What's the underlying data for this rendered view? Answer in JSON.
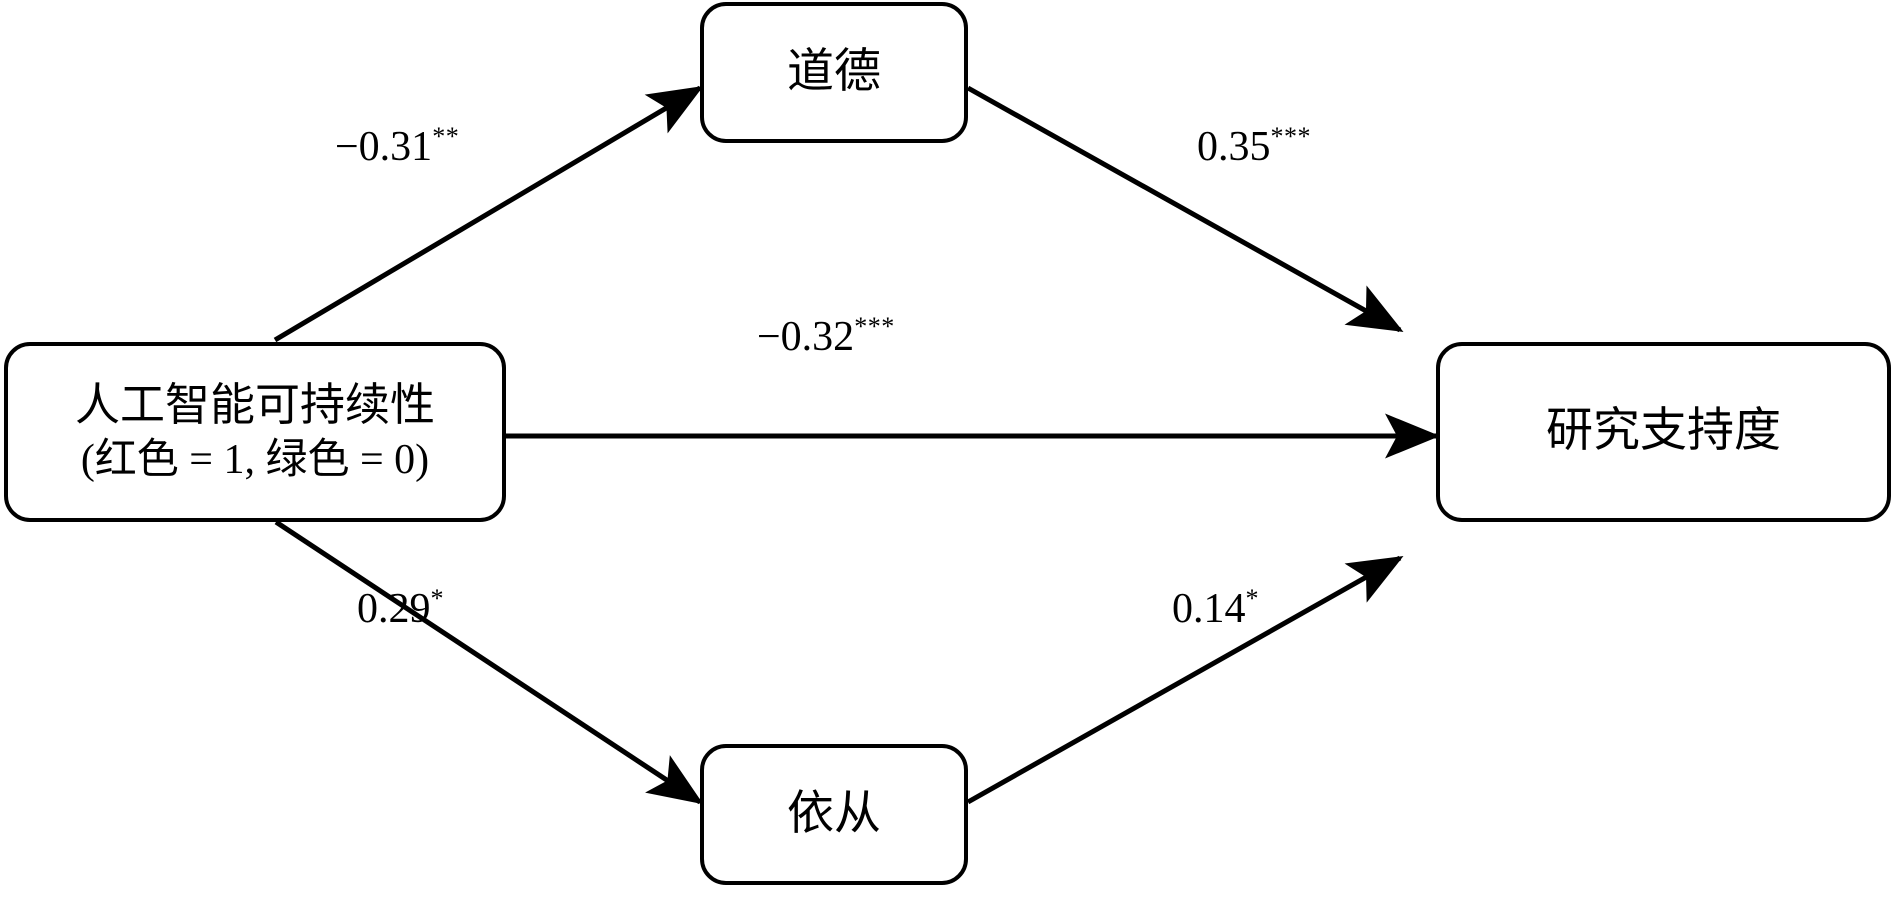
{
  "diagram": {
    "type": "mediation-path-diagram",
    "stroke_color": "#000000",
    "background_color": "#ffffff",
    "nodes": {
      "predictor": {
        "id": "ai-sustainability",
        "line1": "人工智能可持续性",
        "line2": "(红色 = 1, 绿色 = 0)"
      },
      "mediator_top": {
        "id": "morality",
        "label": "道德"
      },
      "mediator_bottom": {
        "id": "compliance",
        "label": "依从"
      },
      "outcome": {
        "id": "research-support",
        "label": "研究支持度"
      }
    },
    "paths": [
      {
        "id": "a1",
        "from": "predictor",
        "to": "mediator_top",
        "coefficient": "−0.31",
        "significance": "**",
        "value": -0.31
      },
      {
        "id": "b1",
        "from": "mediator_top",
        "to": "outcome",
        "coefficient": "0.35",
        "significance": "***",
        "value": 0.35
      },
      {
        "id": "c",
        "from": "predictor",
        "to": "outcome",
        "coefficient": "−0.32",
        "significance": "***",
        "value": -0.32
      },
      {
        "id": "a2",
        "from": "predictor",
        "to": "mediator_bottom",
        "coefficient": "0.29",
        "significance": "*",
        "value": 0.29
      },
      {
        "id": "b2",
        "from": "mediator_bottom",
        "to": "outcome",
        "coefficient": "0.14",
        "significance": "*",
        "value": 0.14
      }
    ]
  }
}
